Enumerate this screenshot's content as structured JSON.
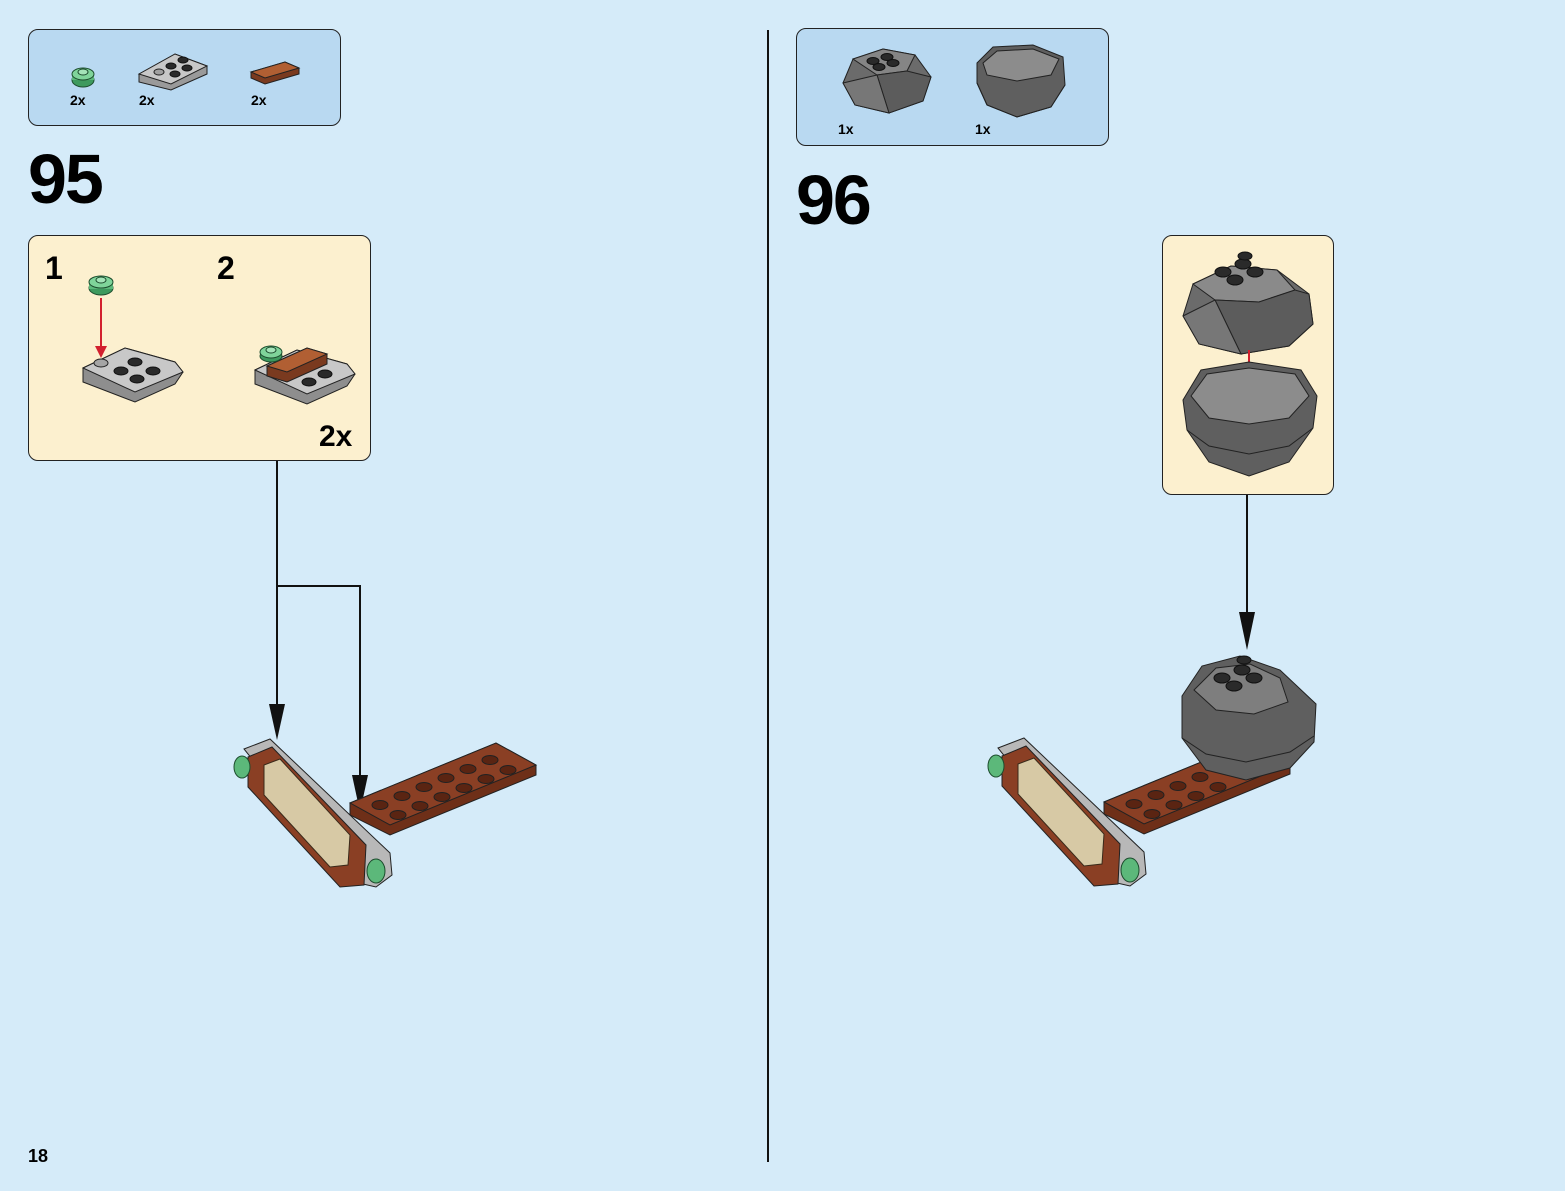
{
  "page_number": "18",
  "steps": [
    {
      "number": "95",
      "parts": [
        {
          "name": "green round plate 1x1",
          "qty": "2x",
          "color": "#5cb87a"
        },
        {
          "name": "light grey wing plate",
          "qty": "2x",
          "color": "#bcbcbc"
        },
        {
          "name": "reddish brown tile 1x2",
          "qty": "2x",
          "color": "#a0522d"
        }
      ],
      "substeps": [
        {
          "number": "1"
        },
        {
          "number": "2"
        }
      ],
      "submodel_multiplier": "2x"
    },
    {
      "number": "96",
      "parts": [
        {
          "name": "dark grey rock top",
          "qty": "1x",
          "color": "#6b6b6b"
        },
        {
          "name": "dark grey rock bottom",
          "qty": "1x",
          "color": "#5f5f5f"
        }
      ]
    }
  ],
  "colors": {
    "page_bg": "#d5ebf9",
    "parts_box": "#b9d9f1",
    "submodel_box": "#fcf0cf",
    "arrow_red": "#d2202e",
    "reddish_brown": "#8a3f24",
    "dark_grey": "#6b6b6b",
    "light_grey": "#bcbcbc",
    "green": "#5cb87a"
  }
}
